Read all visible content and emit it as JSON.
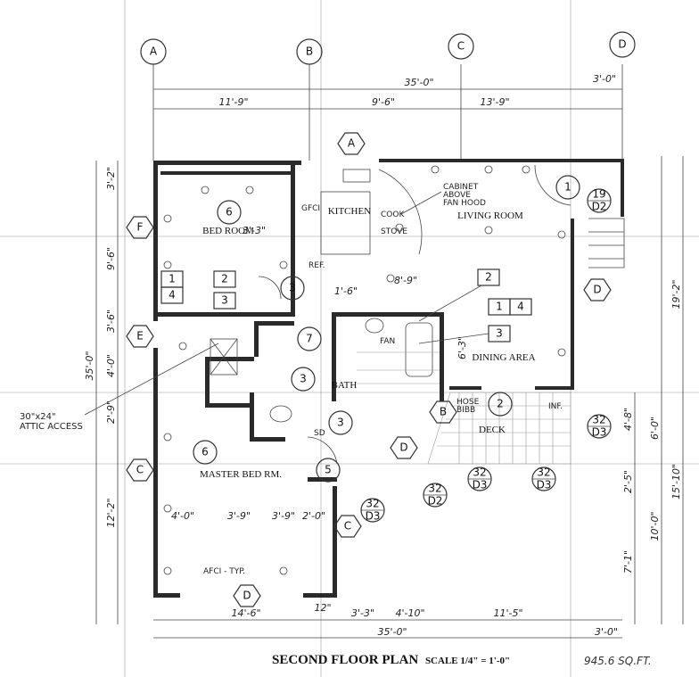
{
  "title": "SECOND FLOOR PLAN",
  "scale": "SCALE 1/4\" = 1'-0\"",
  "area_note": "945.6 SQ.FT.",
  "grid_bubbles": [
    "A",
    "B",
    "C",
    "D"
  ],
  "top_dims": {
    "overall": "35'-0\"",
    "d1": "11'-9\"",
    "d2": "9'-6\"",
    "d3": "13'-9\"",
    "d4": "3'-0\""
  },
  "bottom_dims": {
    "d1": "14'-6\"",
    "d2": "12\"",
    "d3": "3'-3\"",
    "d4": "4'-10\"",
    "d5": "11'-5\"",
    "d6": "3'-0\"",
    "overall": "35'-0\""
  },
  "left_dims": {
    "overall": "35'-0\"",
    "d1": "3'-2\"",
    "d2": "9'-6\"",
    "d3": "3'-6\"",
    "d4": "4'-0\"",
    "d5": "2'-9\"",
    "d6": "12'-2\""
  },
  "right_dims": {
    "d1": "19'-2\"",
    "d2": "15'-10\"",
    "d3": "10'-0\"",
    "d4": "7'-1\"",
    "d5": "4'-8\"",
    "d6": "6'-0\"",
    "d7": "2'-5\""
  },
  "interior_dims": {
    "a": "3'-3\"",
    "b": "8'-9\"",
    "c": "4'-0\"",
    "d": "3'-9\"",
    "e": "3'-9\"",
    "f": "2'-0\"",
    "g": "6'-3\"",
    "h": "1'-6\""
  },
  "rooms": {
    "bed_room": "BED ROOM",
    "kitchen": "KITCHEN",
    "living_room": "LIVING ROOM",
    "dining_area": "DINING AREA",
    "bath": "BATH",
    "deck": "DECK",
    "master_bed": "MASTER BED RM."
  },
  "notes": {
    "cabinet": "CABINET",
    "above": "ABOVE",
    "fan_hood": "FAN HOOD",
    "attic": "30\"x24\"",
    "attic2": "ATTIC ACCESS",
    "afci": "AFCI - TYP.",
    "gfci": "GFCI",
    "ref": "REF.",
    "fan": "FAN",
    "hose": "HOSE",
    "bibb": "BIBB",
    "sd": "SD",
    "inf": "INF.",
    "cook": "COOK",
    "stove": "STOVE"
  },
  "tags": {
    "hex_a": "A",
    "hex_b": "B",
    "hex_c": "C",
    "hex_d": "D",
    "hex_e": "E",
    "hex_f": "F",
    "circ_1": "1",
    "circ_2": "2",
    "circ_3": "3",
    "circ_6": "6",
    "circ_7": "7",
    "circ_5": "5",
    "box_1": "1",
    "box_2": "2",
    "box_3": "3",
    "box_4": "4",
    "det_19": "19",
    "det_d2": "D2",
    "det_32": "32",
    "det_d3": "D3"
  }
}
